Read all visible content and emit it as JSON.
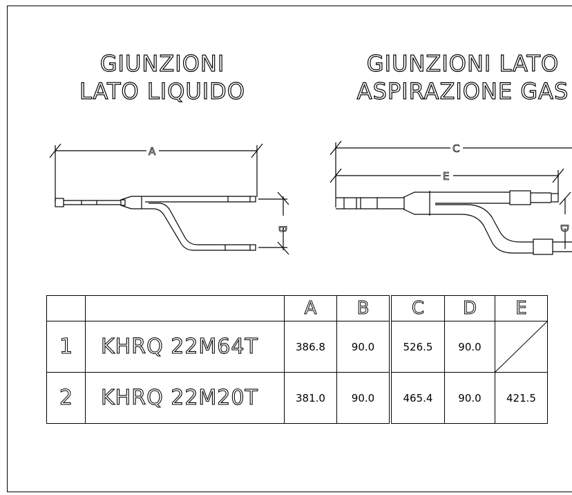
{
  "titles": {
    "left": [
      "GIUNZIONI",
      "LATO LIQUIDO"
    ],
    "right": [
      "GIUNZIONI LATO",
      "ASPIRAZIONE GAS"
    ]
  },
  "dimension_labels": {
    "left_length": "A",
    "left_offset": "B",
    "right_length": "C",
    "right_inner": "E",
    "right_offset": "D"
  },
  "table": {
    "headers": [
      "",
      "",
      "A",
      "B",
      "C",
      "D",
      "E"
    ],
    "rows": [
      {
        "index": "1",
        "model": "KHRQ 22M64T",
        "A": "386.8",
        "B": "90.0",
        "C": "526.5",
        "D": "90.0",
        "E": ""
      },
      {
        "index": "2",
        "model": "KHRQ 22M20T",
        "A": "381.0",
        "B": "90.0",
        "C": "465.4",
        "D": "90.0",
        "E": "421.5"
      }
    ]
  }
}
